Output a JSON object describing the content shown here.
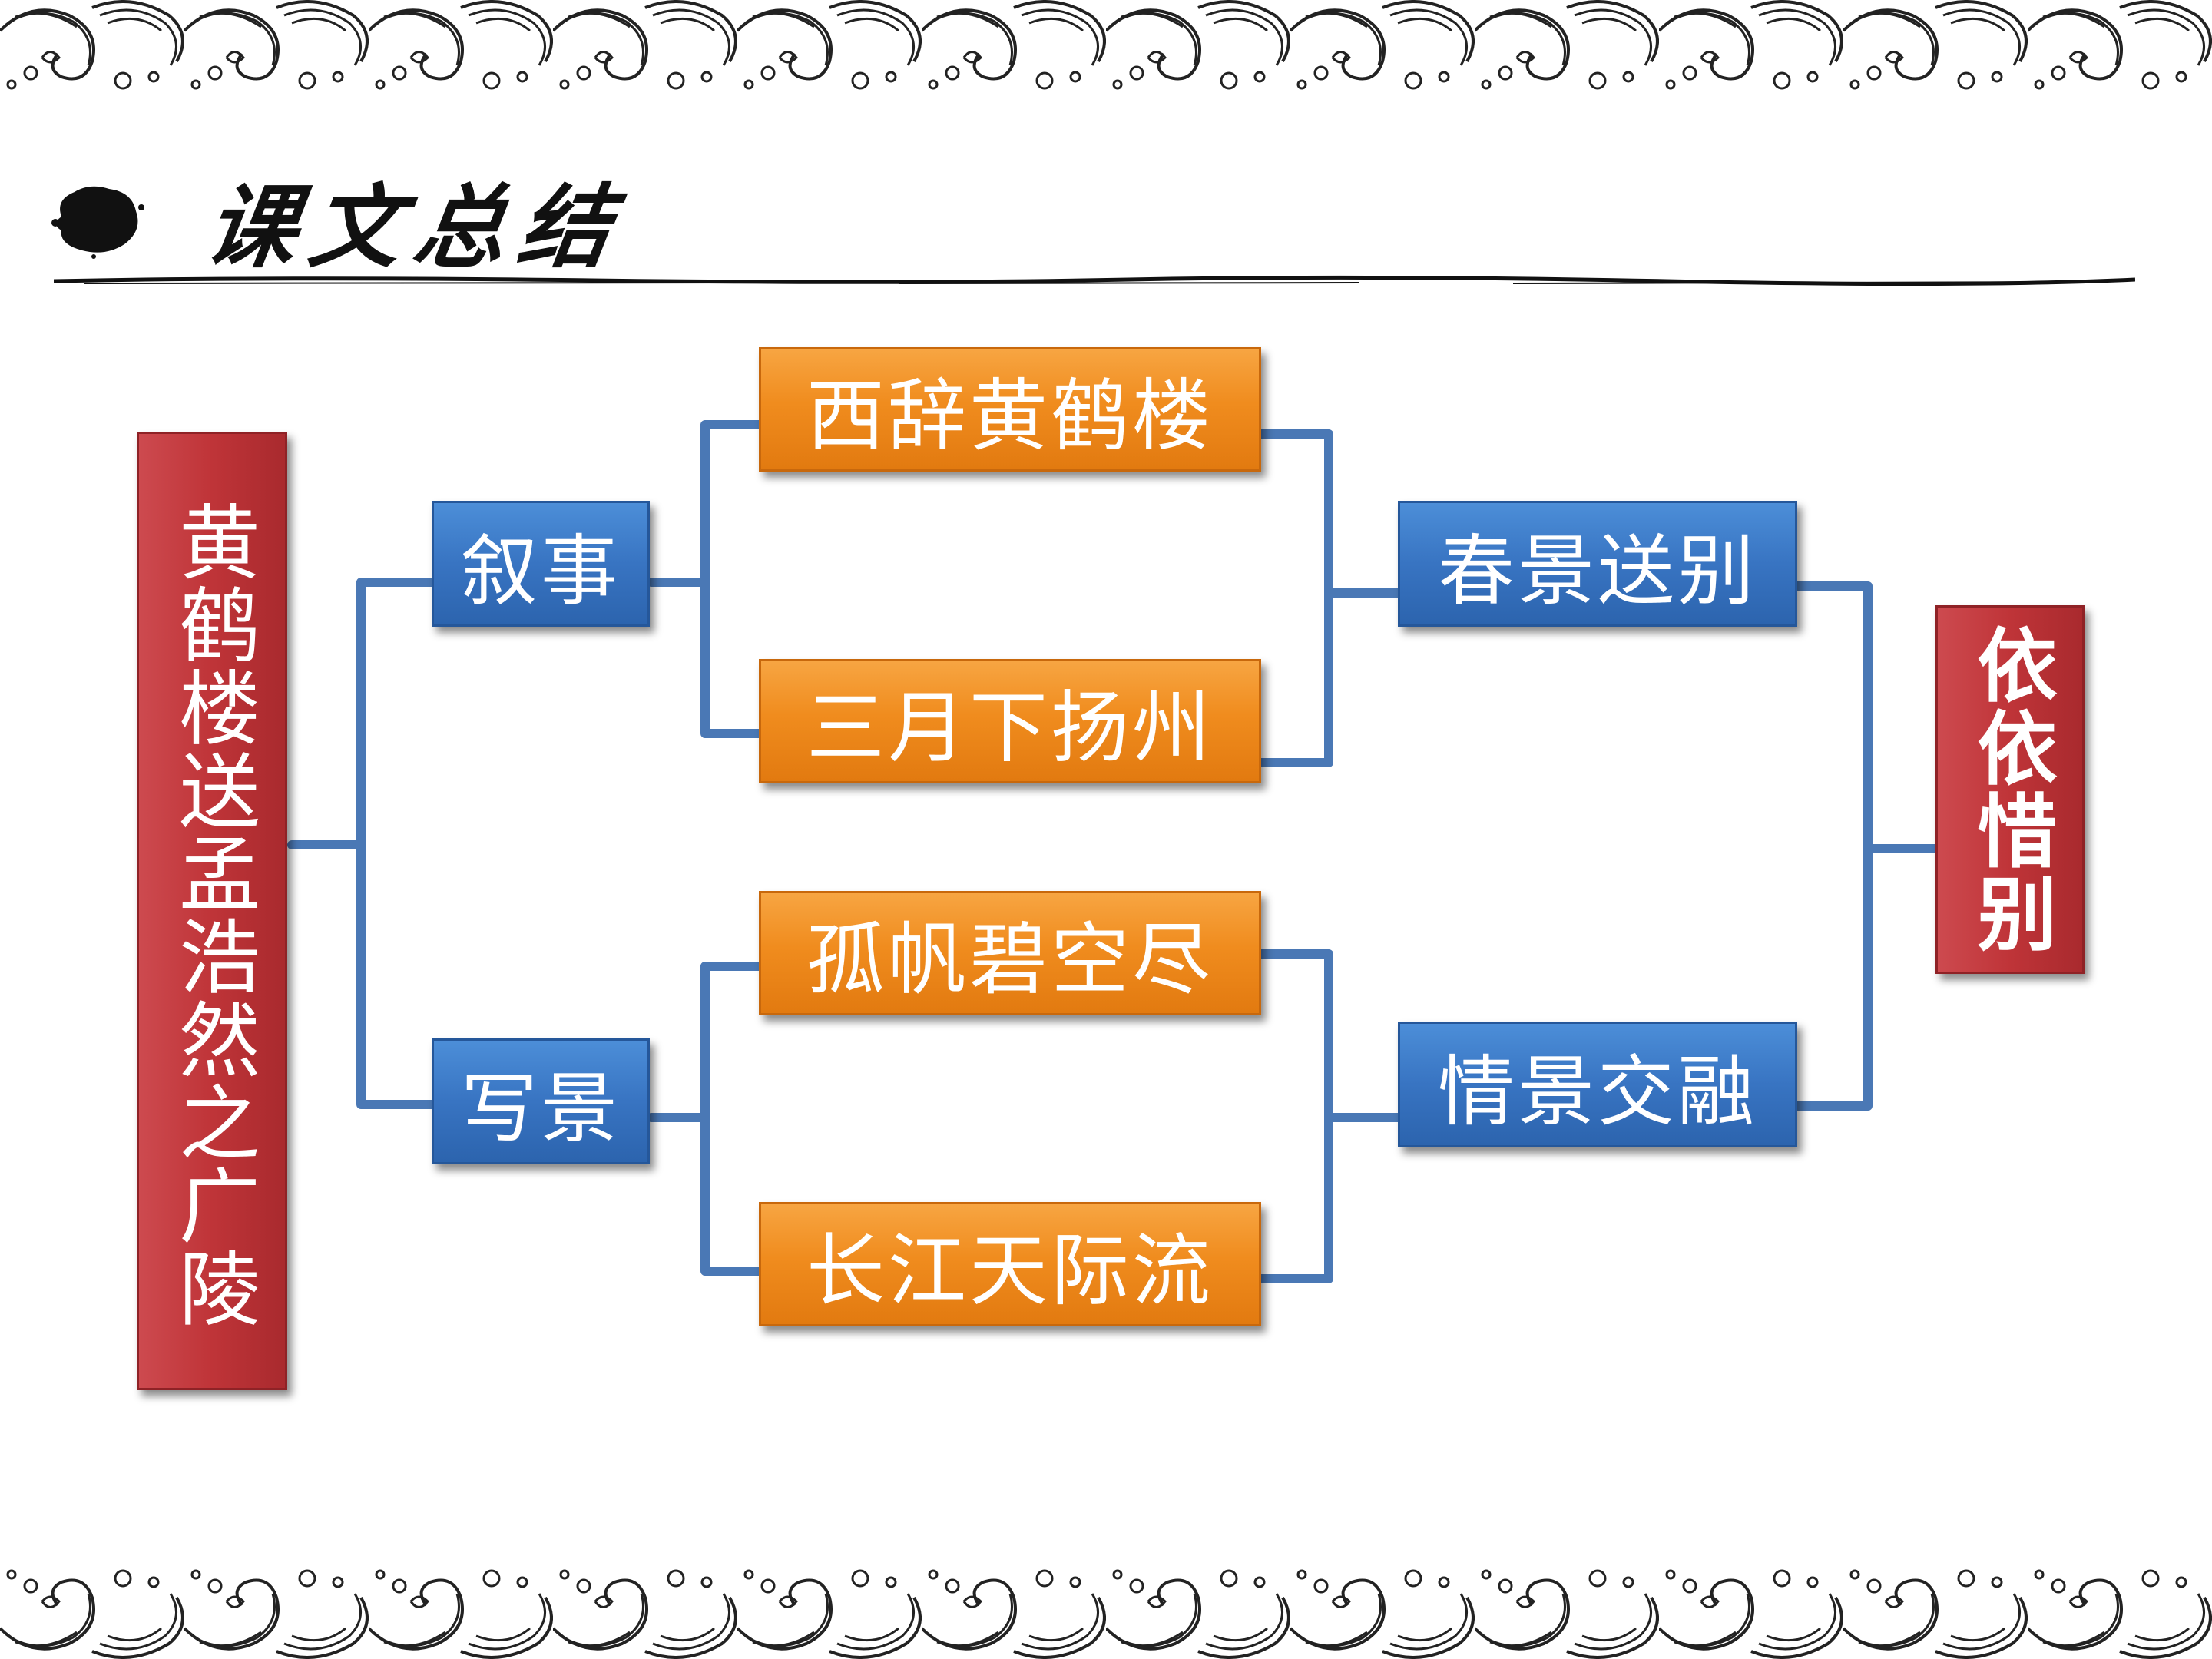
{
  "header": {
    "title": "课文总结"
  },
  "diagram": {
    "root": "黄鹤楼送孟浩然之广陵",
    "categories": {
      "narrative": "叙事",
      "scenery": "写景"
    },
    "lines": {
      "line1": "西辞黄鹤楼",
      "line2": "三月下扬州",
      "line3": "孤帆碧空尽",
      "line4": "长江天际流"
    },
    "themes": {
      "farewell": "春景送别",
      "fusion": "情景交融"
    },
    "emotion": "依依惜别"
  },
  "colors": {
    "connector": "#4a78b5",
    "orange_box": "#f08c1e",
    "blue_box": "#3874c2",
    "red_box": "#bf3438"
  }
}
